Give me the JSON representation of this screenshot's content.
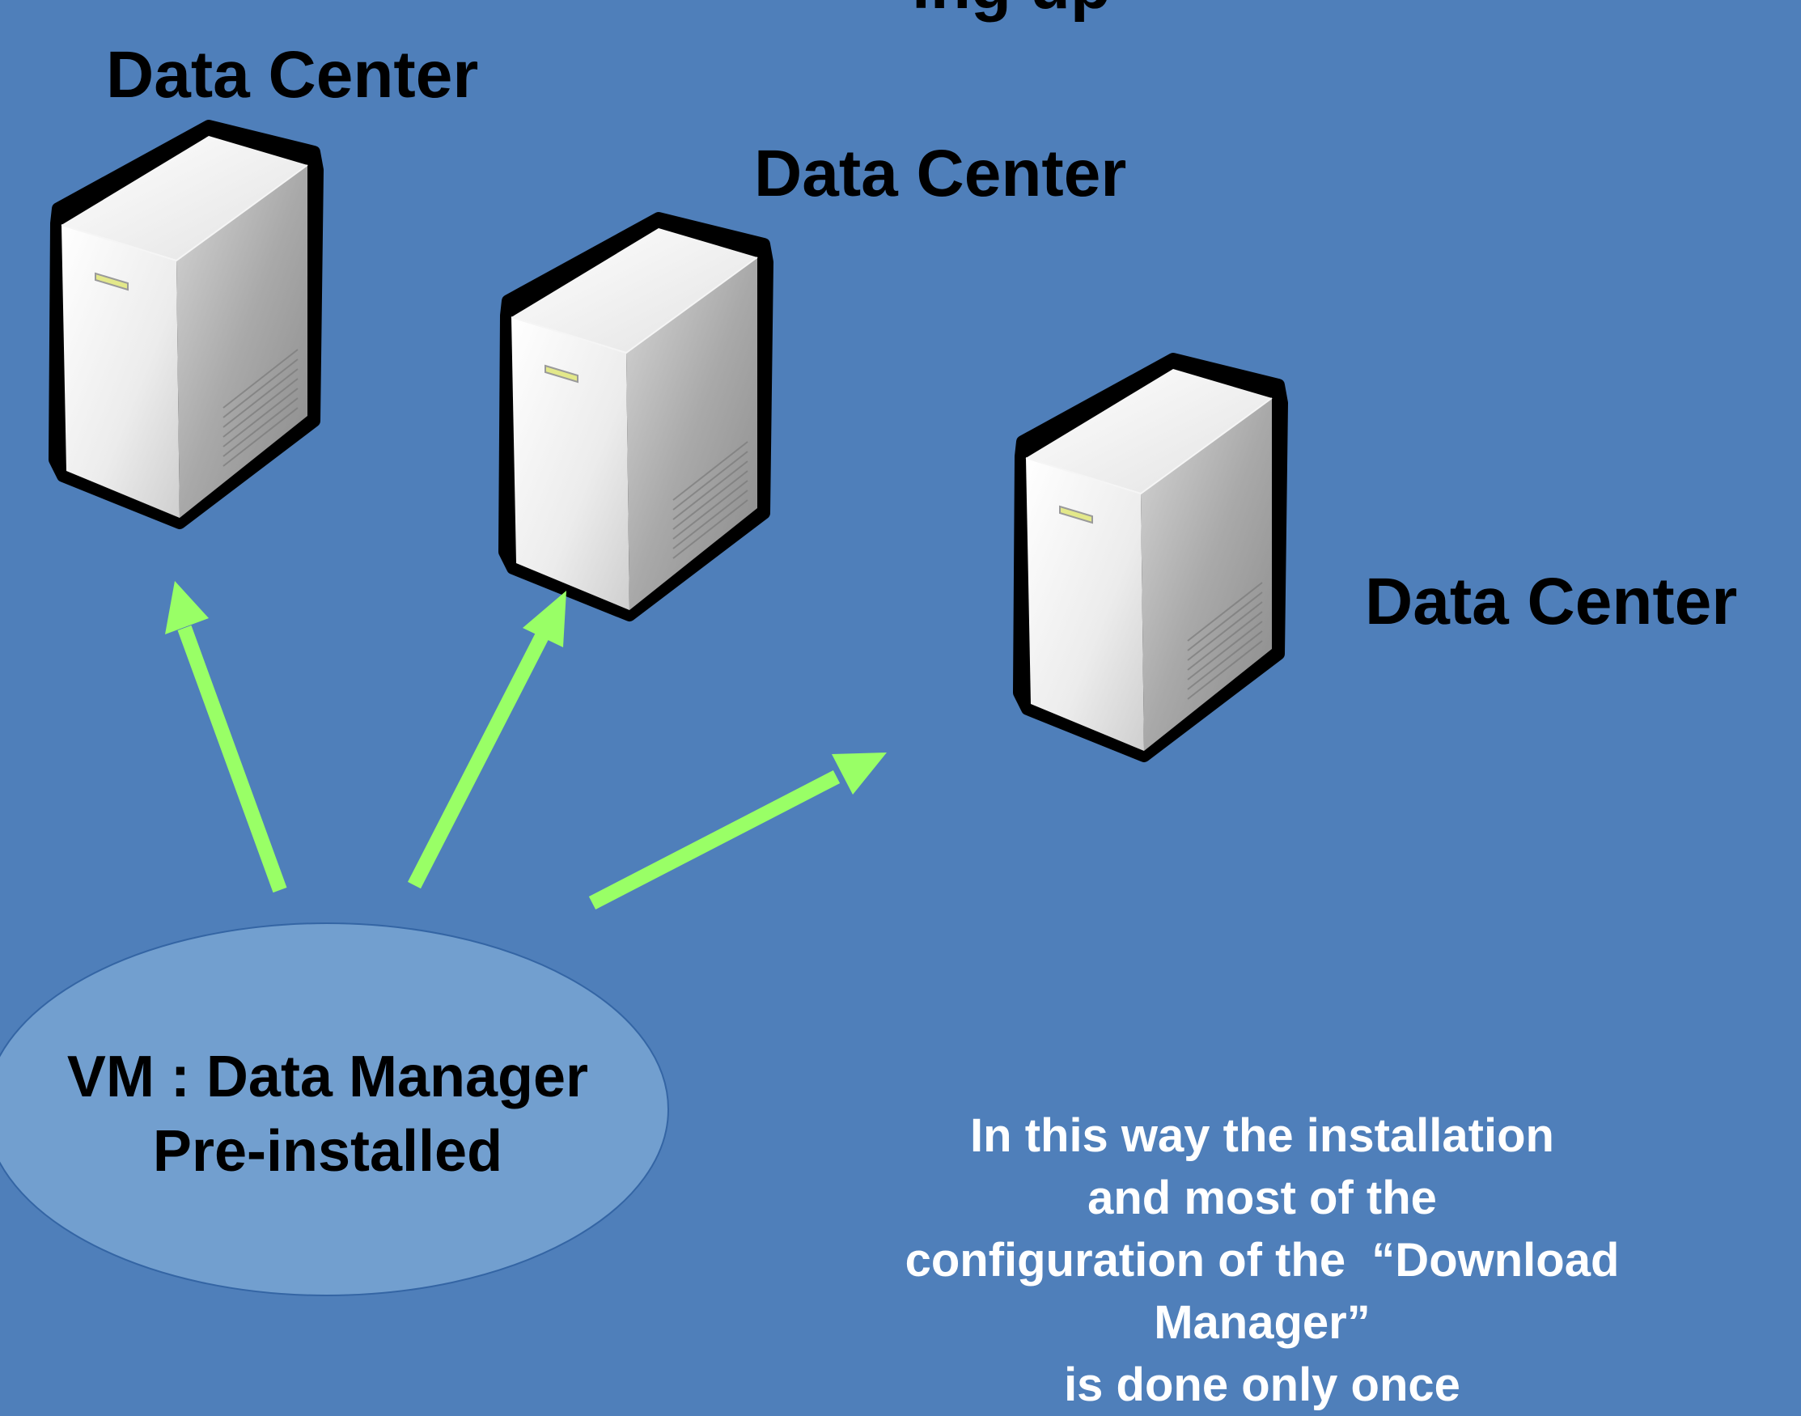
{
  "diagram": {
    "title_partial": "ing up",
    "servers": [
      {
        "label": "Data Center"
      },
      {
        "label": "Data Center"
      },
      {
        "label": "Data Center"
      }
    ],
    "vm": {
      "line1": "VM : Data Manager",
      "line2": "Pre-installed"
    },
    "note": {
      "lines": [
        "In this way the installation",
        "and most of the",
        "configuration of the  “Download",
        "Manager”",
        "is done only once"
      ]
    },
    "colors": {
      "background": "#4f7fba",
      "arrow": "#99ff66",
      "ellipse_fill": "#729fcf",
      "ellipse_stroke": "#3465a4",
      "note_text": "#ffffff",
      "label_text": "#000000"
    }
  }
}
